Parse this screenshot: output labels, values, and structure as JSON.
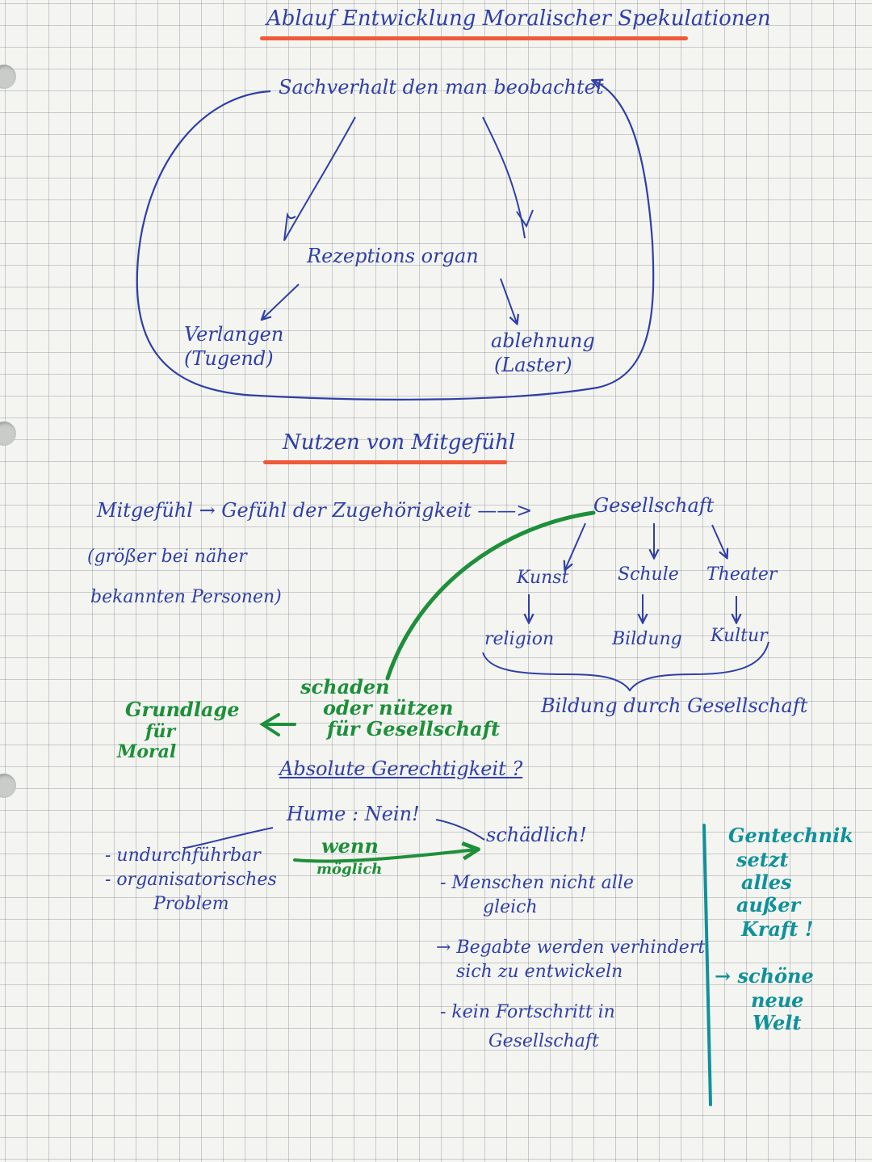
{
  "section1": {
    "title": "Ablauf Entwicklung Moralischer Spekulationen",
    "top_node": "Sachverhalt den man beobachtet",
    "middle_node": "Rezeptions organ",
    "left_node": "Verlangen",
    "left_sub": "(Tugend)",
    "right_node": "ablehnung",
    "right_sub": "(Laster)"
  },
  "section2": {
    "title": "Nutzen von Mitgefühl",
    "chain": "Mitgefühl → Gefühl der Zugehörigkeit ——>",
    "society": "Gesellschaft",
    "note_line1": "(größer bei näher",
    "note_line2": "bekannten Personen)",
    "branches": [
      {
        "top": "Kunst",
        "bottom": "religion"
      },
      {
        "top": "Schule",
        "bottom": "Bildung"
      },
      {
        "top": "Theater",
        "bottom": "Kultur"
      }
    ],
    "brace_label": "Bildung durch Gesellschaft",
    "green_line1": "schaden",
    "green_line2": "oder nützen",
    "green_line3": "für Gesellschaft",
    "basis_line1": "Grundlage",
    "basis_line2": "für",
    "basis_line3": "Moral"
  },
  "section3": {
    "title": "Absolute Gerechtigkeit ?",
    "hume": "Hume : Nein!",
    "left_items": [
      "- undurchführbar",
      "- organisatorisches",
      "Problem"
    ],
    "wenn_line1": "wenn",
    "wenn_line2": "möglich",
    "harmful": "schädlich!",
    "right_items": [
      "- Menschen nicht alle",
      "gleich",
      "→ Begabte werden verhindert",
      "sich zu entwickeln",
      "- kein Fortschritt in",
      "Gesellschaft"
    ],
    "side_note": [
      "Gentechnik",
      "setzt",
      "alles",
      "außer",
      "Kraft !"
    ],
    "side_note2": [
      "→ schöne",
      "neue",
      "Welt"
    ]
  }
}
